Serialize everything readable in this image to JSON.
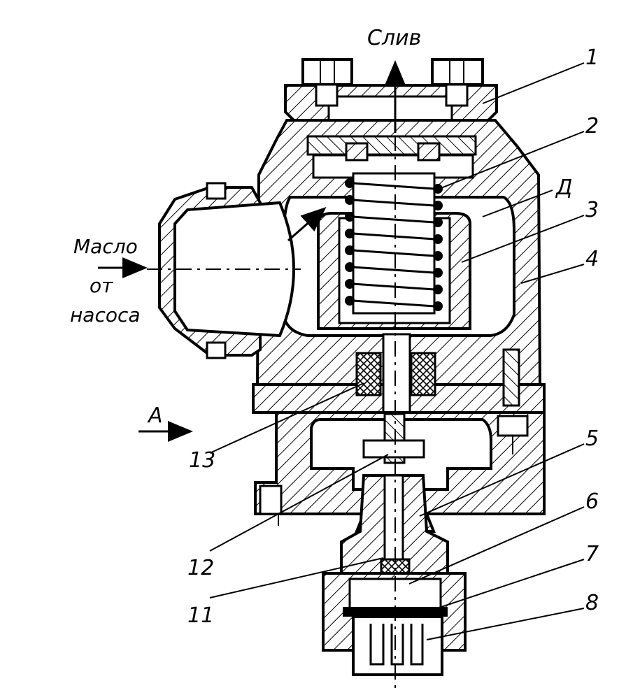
{
  "labels": {
    "drain": "Слив",
    "oil_from_pump_line1": "Масло",
    "oil_from_pump_line2": "от",
    "oil_from_pump_line3": "насоса",
    "view_a": "A",
    "chamber_d": "Д"
  },
  "callouts": [
    "1",
    "2",
    "3",
    "4",
    "5",
    "6",
    "7",
    "8",
    "11",
    "12",
    "13"
  ]
}
